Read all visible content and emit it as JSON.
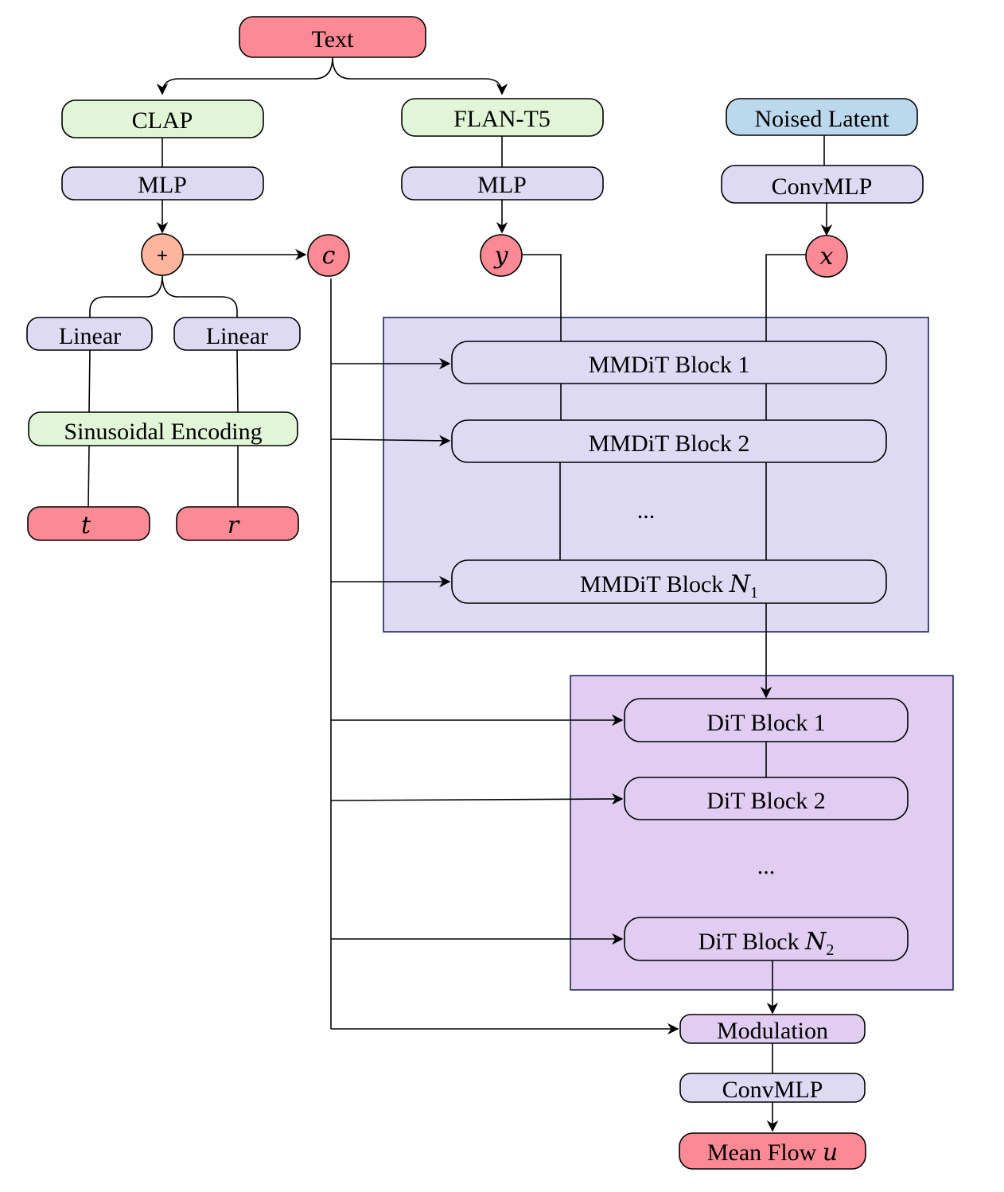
{
  "colors": {
    "red": "#fb8a95",
    "green": "#e1f5d7",
    "blue": "#bcd8ec",
    "lavender": "#dedaf4",
    "violet": "#e1cdf1",
    "orange": "#fcb69e",
    "group_mmdit": "#dedaf4",
    "group_dit": "#e1cdf1"
  },
  "nodes": {
    "text": "Text",
    "clap": "CLAP",
    "flan_t5": "FLAN-T5",
    "noised_latent": "Noised Latent",
    "mlp_clap": "MLP",
    "mlp_flan": "MLP",
    "conv_mlp_in": "ConvMLP",
    "plus": "+",
    "c": "c",
    "y": "y",
    "x": "x",
    "linear_t": "Linear",
    "linear_r": "Linear",
    "sinusoidal": "Sinusoidal Encoding",
    "t": "t",
    "r": "r",
    "mmdit_1": "MMDiT Block 1",
    "mmdit_2": "MMDiT Block 2",
    "mmdit_dots": "...",
    "mmdit_n_prefix": "MMDiT Block ",
    "mmdit_n_var": "N",
    "mmdit_n_sub": "1",
    "dit_1": "DiT Block 1",
    "dit_2": "DiT Block 2",
    "dit_dots": "...",
    "dit_n_prefix": "DiT Block ",
    "dit_n_var": "N",
    "dit_n_sub": "2",
    "modulation": "Modulation",
    "conv_mlp_out": "ConvMLP",
    "mean_flow_prefix": "Mean Flow ",
    "mean_flow_var": "u"
  }
}
